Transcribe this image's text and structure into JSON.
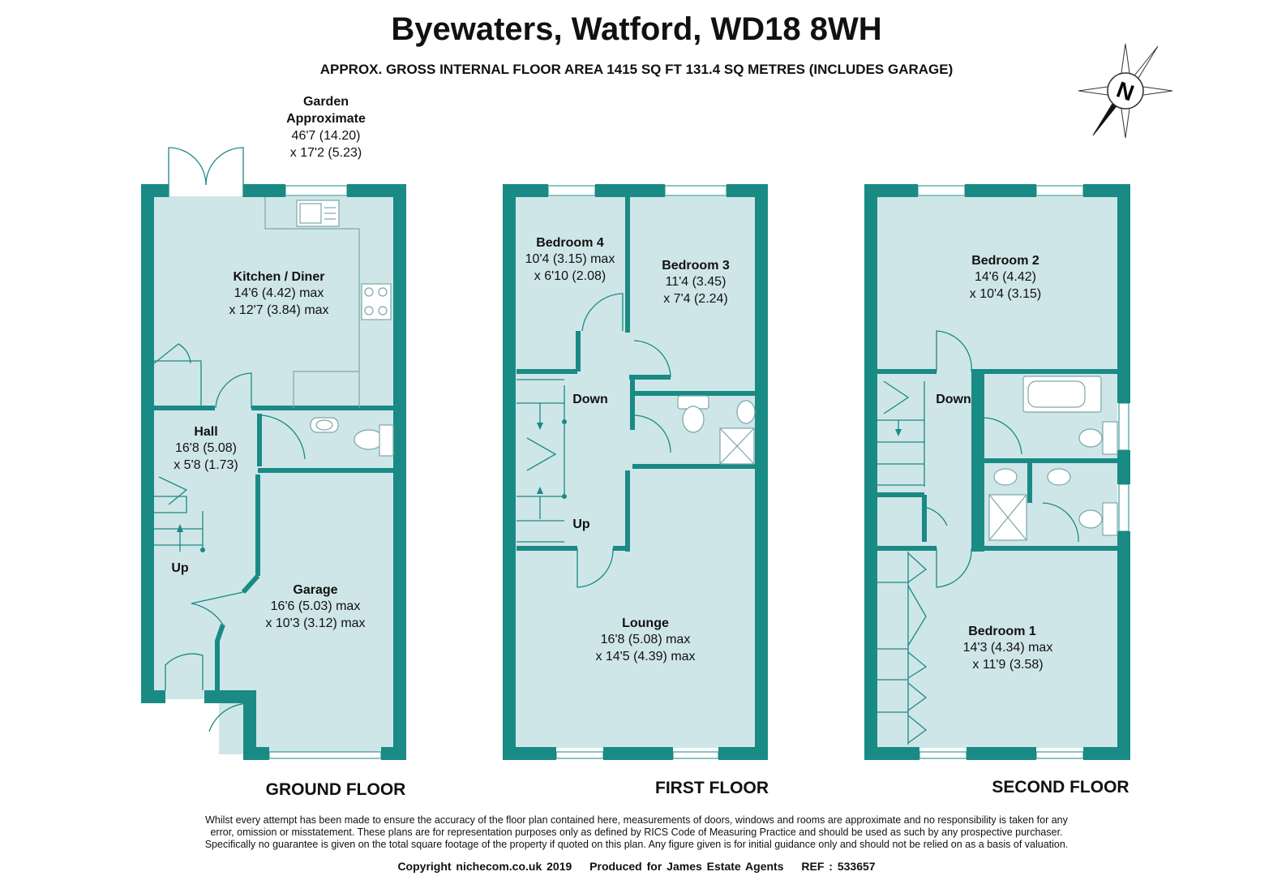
{
  "title": "Byewaters, Watford, WD18 8WH",
  "subtitle": "APPROX. GROSS INTERNAL FLOOR AREA 1415 SQ FT 131.4 SQ METRES (INCLUDES GARAGE)",
  "compass": {
    "label": "N"
  },
  "colors": {
    "wall": "#1a8a85",
    "room_fill": "#cfe6e8",
    "fixture_line": "#7aa6aa"
  },
  "garden": {
    "name": "Garden",
    "line1": "Approximate",
    "line2": "46'7 (14.20)",
    "line3": "x 17'2 (5.23)"
  },
  "ground_floor": {
    "label": "GROUND FLOOR",
    "kitchen": {
      "name": "Kitchen / Diner",
      "dim1": "14'6 (4.42) max",
      "dim2": "x 12'7 (3.84) max"
    },
    "hall": {
      "name": "Hall",
      "dim1": "16'8 (5.08)",
      "dim2": "x 5'8 (1.73)"
    },
    "garage": {
      "name": "Garage",
      "dim1": "16'6 (5.03) max",
      "dim2": "x 10'3 (3.12) max"
    },
    "stairs": "Up"
  },
  "first_floor": {
    "label": "FIRST FLOOR",
    "bedroom4": {
      "name": "Bedroom 4",
      "dim1": "10'4 (3.15) max",
      "dim2": "x 6'10 (2.08)"
    },
    "bedroom3": {
      "name": "Bedroom 3",
      "dim1": "11'4 (3.45)",
      "dim2": "x 7'4 (2.24)"
    },
    "lounge": {
      "name": "Lounge",
      "dim1": "16'8 (5.08) max",
      "dim2": "x 14'5 (4.39) max"
    },
    "stairs_down": "Down",
    "stairs_up": "Up"
  },
  "second_floor": {
    "label": "SECOND FLOOR",
    "bedroom2": {
      "name": "Bedroom 2",
      "dim1": "14'6 (4.42)",
      "dim2": "x 10'4 (3.15)"
    },
    "bedroom1": {
      "name": "Bedroom 1",
      "dim1": "14'3 (4.34) max",
      "dim2": "x 11'9 (3.58)"
    },
    "stairs_down": "Down"
  },
  "disclaimer": {
    "line1": "Whilst every attempt has been made to ensure the accuracy of the floor plan contained here, measurements of doors, windows and rooms are approximate and no responsibility is taken for any",
    "line2": "error, omission or misstatement. These plans are for representation purposes only as defined by RICS Code of Measuring Practice and should be used as such by any prospective purchaser.",
    "line3": "Specifically no guarantee is given on the total square footage of the property if quoted on this plan. Any figure given is for initial guidance only and should not be relied on as a basis of valuation."
  },
  "footer": {
    "copyright": "Copyright nichecom.co.uk 2019",
    "produced": "Produced for James Estate Agents",
    "ref": "REF : 533657"
  }
}
